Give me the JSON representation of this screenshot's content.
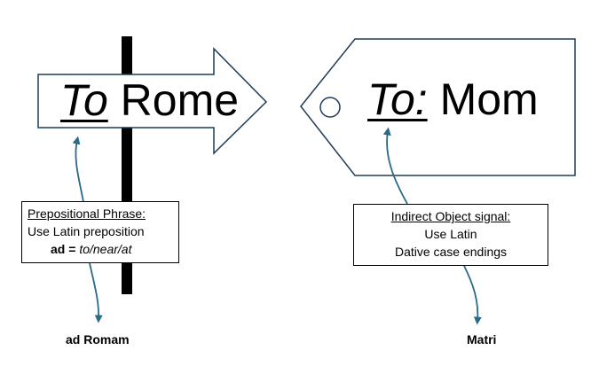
{
  "left_sign": {
    "prefix": "To",
    "word": "Rome"
  },
  "right_tag": {
    "prefix": "To:",
    "word": "Mom"
  },
  "left_box": {
    "heading": "Prepositional Phrase:",
    "line2": "Use Latin preposition",
    "prep": "ad",
    "eq": " = ",
    "meaning": "to/near/at"
  },
  "right_box": {
    "heading": "Indirect Object signal:",
    "line2": "Use Latin",
    "line3": "Dative case endings"
  },
  "answers": {
    "left": "ad Romam",
    "right": "Matri"
  },
  "colors": {
    "arrow": "#2a6a86",
    "outline": "#1f3b55",
    "pole": "#000000"
  }
}
